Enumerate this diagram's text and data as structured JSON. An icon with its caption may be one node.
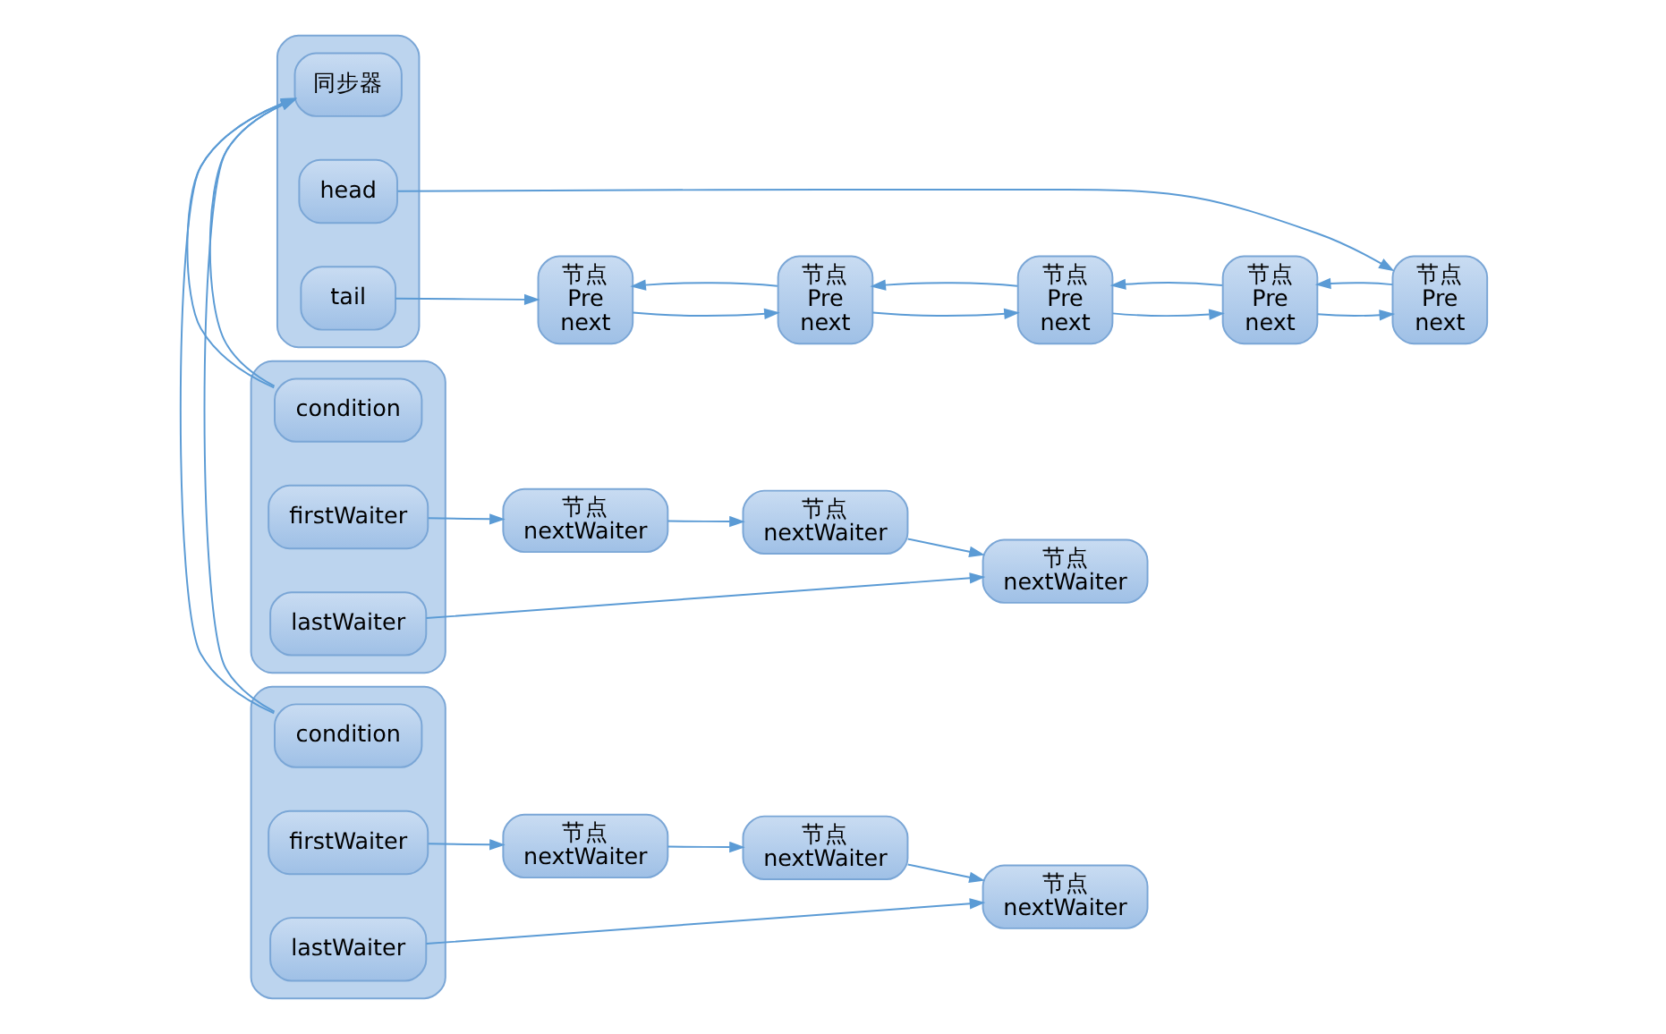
{
  "diagram": {
    "nodes": [
      {
        "text": [],
        "shape": "box"
      },
      {
        "text": [
          "同步器"
        ],
        "in": 0
      },
      {
        "text": [
          "head"
        ],
        "in": 0
      },
      {
        "text": [
          "tail"
        ],
        "in": 0
      },
      {
        "text": [
          "节点",
          "Pre",
          "next"
        ]
      },
      {
        "text": [
          "节点",
          "Pre",
          "next"
        ]
      },
      {
        "text": [
          "节点",
          "Pre",
          "next"
        ]
      },
      {
        "text": [
          "节点",
          "Pre",
          "next"
        ]
      },
      {
        "text": [
          "节点",
          "Pre",
          "next"
        ]
      },
      {
        "text": [],
        "shape": "box"
      },
      {
        "text": [
          "condition"
        ],
        "in": 9
      },
      {
        "text": [
          "firstWaiter"
        ],
        "in": 9
      },
      {
        "text": [
          "lastWaiter"
        ],
        "in": 9
      },
      {
        "text": [
          "节点",
          "nextWaiter"
        ]
      },
      {
        "text": [
          "节点",
          "nextWaiter"
        ]
      },
      {
        "text": [
          "节点",
          "nextWaiter"
        ]
      },
      {
        "text": [],
        "shape": "box"
      },
      {
        "text": [
          "condition"
        ],
        "in": 16
      },
      {
        "text": [
          "firstWaiter"
        ],
        "in": 16
      },
      {
        "text": [
          "lastWaiter"
        ],
        "in": 16
      },
      {
        "text": [
          "节点",
          "nextWaiter"
        ]
      },
      {
        "text": [
          "节点",
          "nextWaiter"
        ]
      },
      {
        "text": [
          "节点",
          "nextWaiter"
        ]
      }
    ],
    "edges": [
      {
        "from": 2,
        "to": 4,
        "arrow": "to"
      },
      {
        "from": 4,
        "to": 5,
        "arrow": "to"
      },
      {
        "from": 5,
        "to": 4,
        "arrow": "to"
      },
      {
        "from": 5,
        "to": 6,
        "arrow": "to"
      },
      {
        "from": 6,
        "to": 5,
        "arrow": "to"
      },
      {
        "from": 6,
        "to": 7,
        "arrow": "to"
      },
      {
        "from": 7,
        "to": 6,
        "arrow": "to"
      },
      {
        "from": 7,
        "to": 8,
        "arrow": "to"
      },
      {
        "from": 8,
        "to": 7,
        "arrow": "to"
      },
      {
        "from": 3,
        "to": 8,
        "arrow": "to"
      },
      {
        "from": 9,
        "to": 0,
        "arrow": "to"
      },
      {
        "from": 16,
        "to": 0,
        "arrow": "to"
      },
      {
        "from": 11,
        "to": 13,
        "arrow": "to"
      },
      {
        "from": 13,
        "to": 14,
        "arrow": "to"
      },
      {
        "from": 14,
        "to": 15,
        "arrow": "to"
      },
      {
        "from": 12,
        "to": 15,
        "arrow": "to"
      },
      {
        "from": 18,
        "to": 20,
        "arrow": "to"
      },
      {
        "from": 20,
        "to": 21,
        "arrow": "to"
      },
      {
        "from": 21,
        "to": 22,
        "arrow": "to"
      },
      {
        "from": 19,
        "to": 22,
        "arrow": "to"
      }
    ]
  }
}
